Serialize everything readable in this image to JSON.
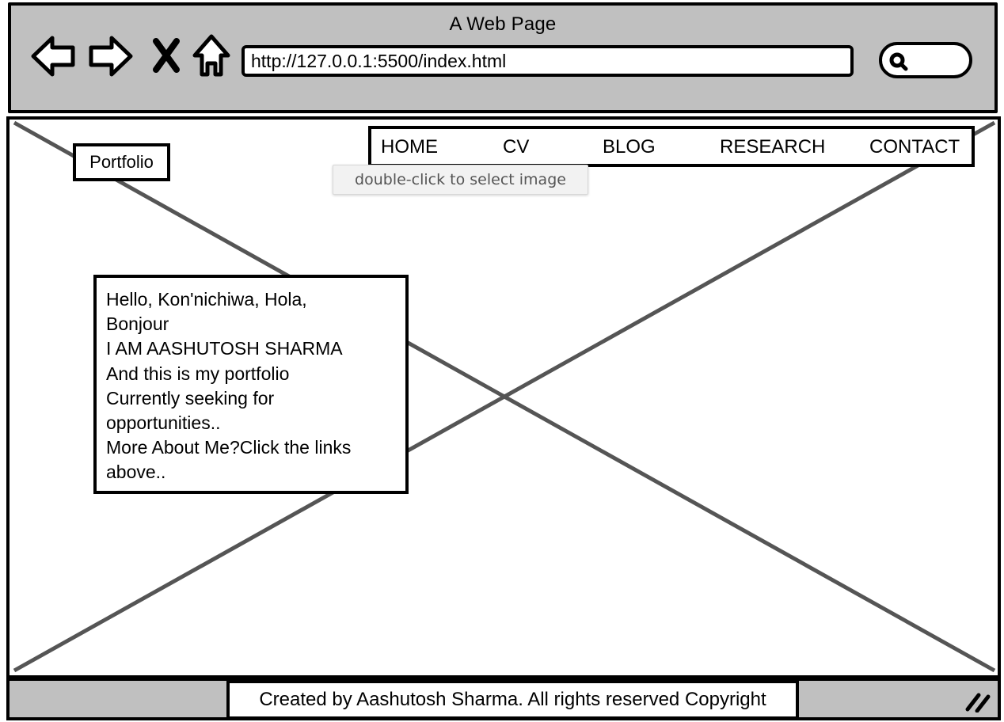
{
  "window": {
    "title": "A Web Page",
    "url": "http://127.0.0.1:5500/index.html"
  },
  "icons": {
    "back": "back-arrow-icon",
    "forward": "forward-arrow-icon",
    "stop": "close-icon",
    "home": "home-icon",
    "search": "search-icon",
    "resize": "resize-grip-icon"
  },
  "header": {
    "portfolio_label": "Portfolio",
    "nav": [
      "HOME",
      "CV",
      "BLOG",
      "RESEARCH",
      "CONTACT"
    ]
  },
  "tooltip": "double-click to select image",
  "intro": {
    "lines": [
      "Hello, Kon'nichiwa, Hola,",
      "Bonjour",
      "I AM AASHUTOSH SHARMA",
      "And this is my portfolio",
      "Currently seeking for",
      "opportunities..",
      "More About Me?Click the links",
      "above.."
    ]
  },
  "footer": {
    "text": "Created by Aashutosh Sharma. All rights reserved Copyright"
  },
  "colors": {
    "chrome_gray": "#c0c0c0",
    "border": "#000000",
    "placeholder_line": "#555555"
  }
}
